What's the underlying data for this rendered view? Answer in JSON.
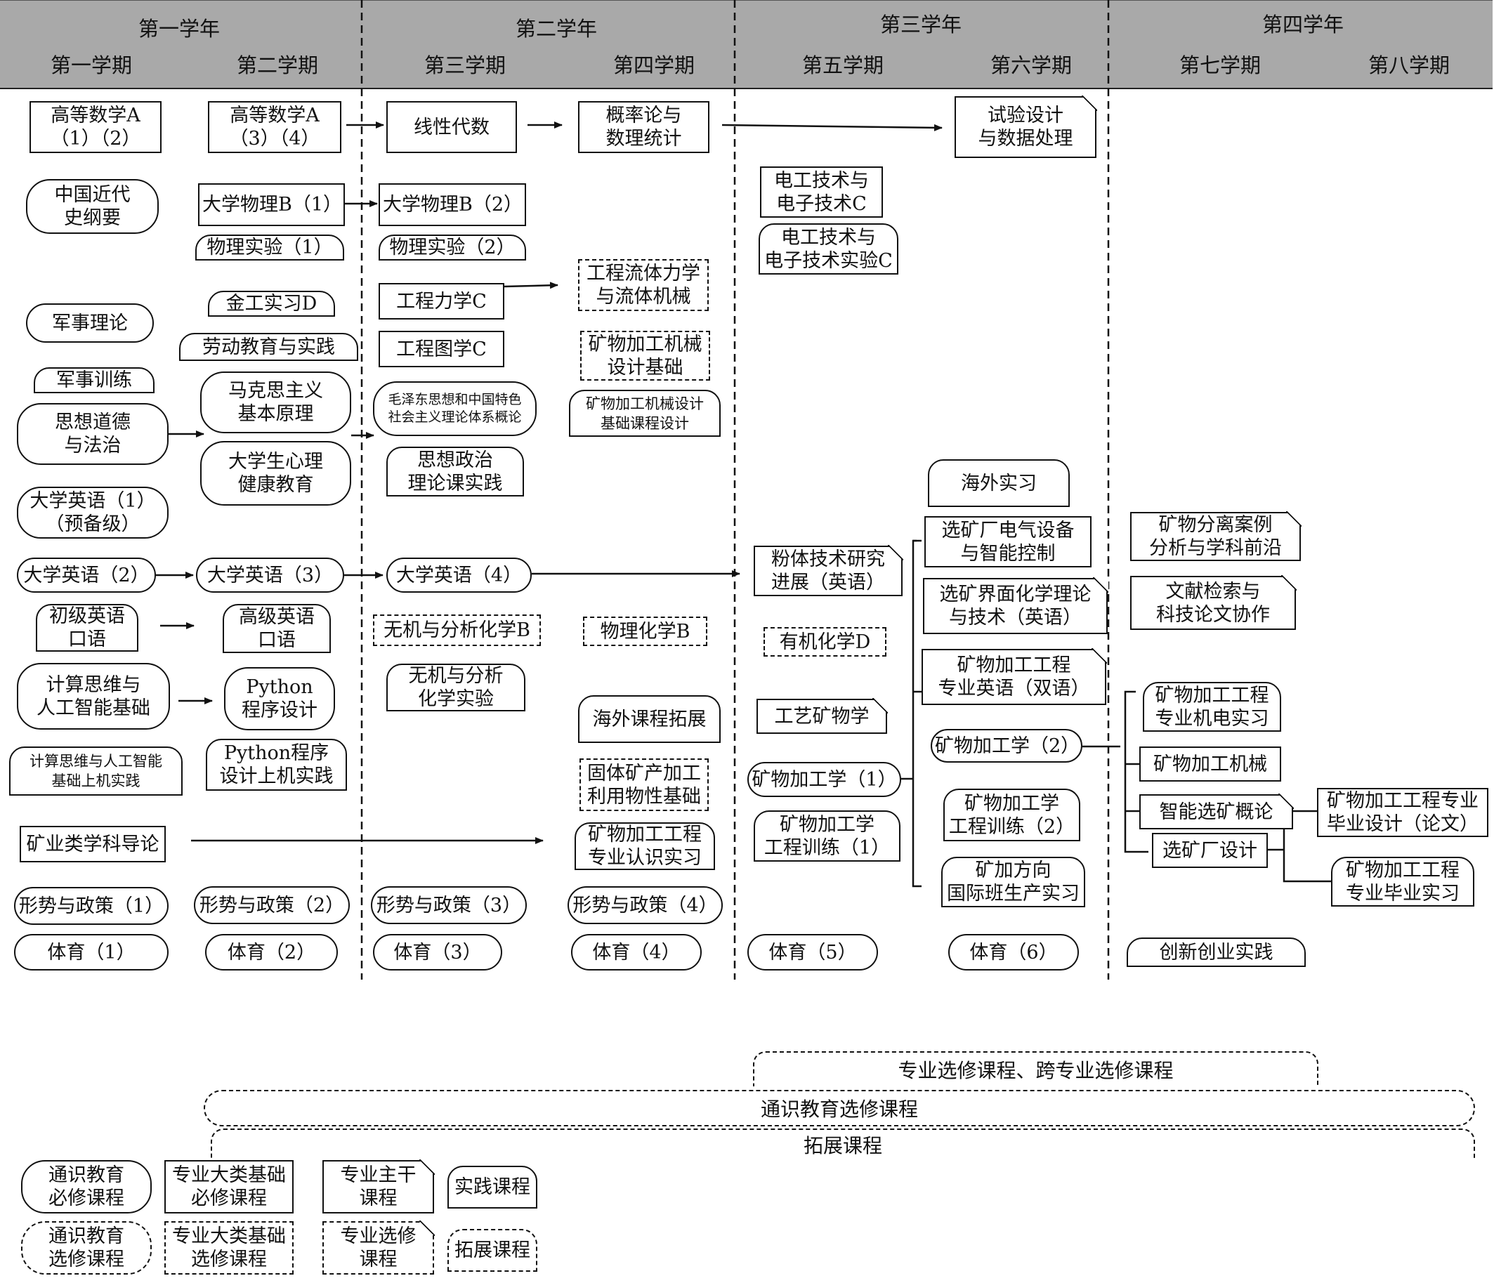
{
  "header": {
    "years": [
      "第一学年",
      "第二学年",
      "第三学年",
      "第四学年"
    ],
    "semesters": [
      "第一学期",
      "第二学期",
      "第三学期",
      "第四学期",
      "第五学期",
      "第六学期",
      "第七学期",
      "第八学期"
    ]
  },
  "courses": {
    "gaoshu_a12": "高等数学A\n（1）（2）",
    "gaoshu_a34": "高等数学A\n（3）（4）",
    "xianxing": "线性代数",
    "gailv": "概率论与\n数理统计",
    "shiyan_sheji": "试验设计\n与数据处理",
    "jindaishi": "中国近代\n史纲要",
    "wuli_b1": "大学物理B（1）",
    "wuli_b2": "大学物理B（2）",
    "wuli_sy1": "物理实验（1）",
    "wuli_sy2": "物理实验（2）",
    "diangong": "电工技术与\n电子技术C",
    "diangong_sy": "电工技术与\n电子技术实验C",
    "liuti": "工程流体力学\n与流体机械",
    "junshi_lilun": "军事理论",
    "jingong": "金工实习D",
    "lixue": "工程力学C",
    "laodong": "劳动教育与实践",
    "tuxue": "工程图学C",
    "jixie_jichu": "矿物加工机械\n设计基础",
    "junshi_xunlian": "军事训练",
    "makesi": "马克思主义\n基本原理",
    "maogai": "毛泽东思想和中国特色\n社会主义理论体系概论",
    "jixie_kecheng": "矿物加工机械设计\n基础课程设计",
    "sixiang_daode": "思想道德\n与法治",
    "xinli": "大学生心理\n健康教育",
    "sizheng_shijian": "思想政治\n理论课实践",
    "haiwai_shixi": "海外实习",
    "yingyu_1": "大学英语（1）\n（预备级）",
    "dianqi": "选矿厂电气设备\n与智能控制",
    "anli": "矿物分离案例\n分析与学科前沿",
    "yingyu_2": "大学英语（2）",
    "yingyu_3": "大学英语（3）",
    "yingyu_4": "大学英语（4）",
    "fenti": "粉体技术研究\n进展（英语）",
    "jiemian": "选矿界面化学理论\n与技术（英语）",
    "wenxian": "文献检索与\n科技论文协作",
    "chuji_kouyu": "初级英语\n口语",
    "gaoji_kouyu": "高级英语\n口语",
    "wuji_b": "无机与分析化学B",
    "wuhua_b": "物理化学B",
    "youji_d": "有机化学D",
    "zhuanye_yingyu": "矿物加工工程\n专业英语（双语）",
    "jisuan_siwei": "计算思维与\n人工智能基础",
    "python": "Python\n程序设计",
    "wuji_sy": "无机与分析\n化学实验",
    "gongyi_kuangwu": "工艺矿物学",
    "jidian_shixi": "矿物加工工程\n专业机电实习",
    "haiwai_kecheng": "海外课程拓展",
    "kjg2": "矿物加工学（2）",
    "jisuan_shangji": "计算思维与人工智能\n基础上机实践",
    "python_shangji": "Python程序\n设计上机实践",
    "guti": "固体矿产加工\n利用物性基础",
    "kjg1": "矿物加工学（1）",
    "kj_jixie": "矿物加工机械",
    "xunlian2": "矿物加工学\n工程训练（2）",
    "zhineng": "智能选矿概论",
    "biye_sheji": "矿物加工工程专业\n毕业设计（论文）",
    "daolun": "矿业类学科导论",
    "renshi_shixi": "矿物加工工程\n专业认识实习",
    "xunlian1": "矿物加工学\n工程训练（1）",
    "xuankuangchang": "选矿厂设计",
    "guoji_ban": "矿加方向\n国际班生产实习",
    "biye_shixi": "矿物加工工程\n专业毕业实习",
    "xingshi1": "形势与政策（1）",
    "xingshi2": "形势与政策（2）",
    "xingshi3": "形势与政策（3）",
    "xingshi4": "形势与政策（4）",
    "tiyu1": "体育（1）",
    "tiyu2": "体育（2）",
    "tiyu3": "体育（3）",
    "tiyu4": "体育（4）",
    "tiyu5": "体育（5）",
    "tiyu6": "体育（6）",
    "chuangxin": "创新创业实践"
  },
  "bands": {
    "zhuanye_xuanxiu": "专业选修课程、跨专业选修课程",
    "tongshi_xuanxiu": "通识教育选修课程",
    "tuozhan": "拓展课程"
  },
  "legend": {
    "tongshi_bixiu": "通识教育\n必修课程",
    "dalei_bixiu": "专业大类基础\n必修课程",
    "zhugan": "专业主干\n课程",
    "shijian": "实践课程",
    "tongshi_xuanxiu": "通识教育\n选修课程",
    "dalei_xuanxiu": "专业大类基础\n选修课程",
    "zhuanye_xuanxiu": "专业选修\n课程",
    "tuozhan": "拓展课程"
  }
}
